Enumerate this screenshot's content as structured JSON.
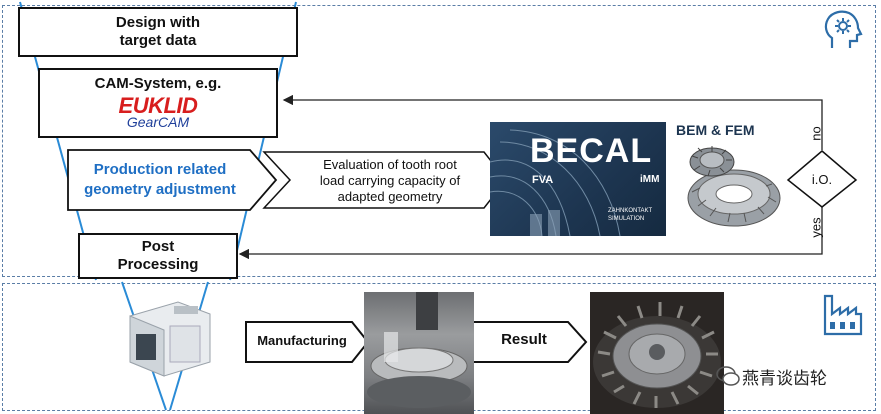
{
  "steps": {
    "design": {
      "line1": "Design with",
      "line2": "target data"
    },
    "cam": {
      "title": "CAM-System, e.g.",
      "logo_main": "EUKLID",
      "logo_sub": "GearCAM"
    },
    "production": {
      "line1": "Production related",
      "line2": "geometry adjustment"
    },
    "evaluation": {
      "line1": "Evaluation of tooth root",
      "line2": "load carrying capacity of",
      "line3": "adapted geometry"
    },
    "post": {
      "line1": "Post",
      "line2": "Processing"
    }
  },
  "becal": {
    "logo": "BECAL",
    "fva": "FVA",
    "imm": "iMM",
    "sub1": "ZAHNKONTAKT",
    "sub2": "SIMULATION"
  },
  "bem_fem": "BEM & FEM",
  "decision": {
    "label": "i.O.",
    "no": "no",
    "yes": "yes"
  },
  "manufacturing": "Manufacturing",
  "result": "Result",
  "watermark": "燕青谈齿轮",
  "colors": {
    "frame": "#5a7da6",
    "accent_blue": "#1f6fc4",
    "logo_red": "#d81e1e",
    "logo_blue": "#1f3f9a",
    "becal_bg": "#1d3550"
  }
}
